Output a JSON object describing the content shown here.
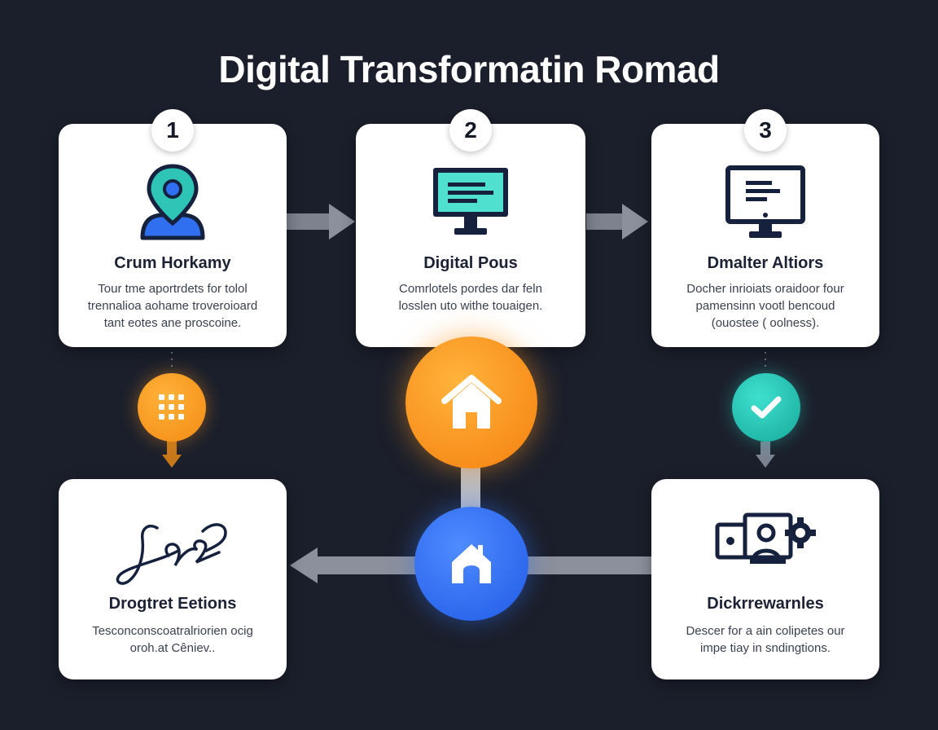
{
  "title": "Digital Transformatin Romad",
  "colors": {
    "background": "#1b1f2b",
    "card": "#ffffff",
    "teal": "#2ec4b6",
    "orange": "#f7931e",
    "blue": "#2f6ff0",
    "navy": "#16213e",
    "arrow": "#8b909c"
  },
  "steps": [
    {
      "number": "1",
      "icon": "location-pin-user-icon",
      "heading": "Crum Horkamy",
      "desc_lines": [
        "Tour tme aportrdets for tolol",
        "trennalioa aohame troveroioard",
        "tant eotes ane proscoine."
      ]
    },
    {
      "number": "2",
      "icon": "monitor-icon",
      "heading": "Digital Pous",
      "desc_lines": [
        "Comrlotels pordes dar feln",
        "losslen uto withe touaigen."
      ]
    },
    {
      "number": "3",
      "icon": "monitor-outline-icon",
      "heading": "Dmalter Altiors",
      "desc_lines": [
        "Docher inrioiats oraidoor four",
        "pamensinn vootl bencoud",
        "(ouostee ( oolness)."
      ]
    },
    {
      "icon": "signature-icon",
      "heading": "Drogtret Eetions",
      "desc_lines": [
        "Tesconconscoatralriorien ocig",
        "oroh.at Cêniev.."
      ]
    },
    {
      "icon": "media-gear-icon",
      "heading": "Dickrrewarnles",
      "desc_lines": [
        "Descer for a ain colipetes our",
        "impe tiay in sndingtions."
      ]
    }
  ],
  "nodes": [
    {
      "name": "keypad-node",
      "icon": "keypad-icon",
      "color": "#f7931e"
    },
    {
      "name": "home-node",
      "icon": "house-icon",
      "color": "#f7931e"
    },
    {
      "name": "hub-node",
      "icon": "home-arch-icon",
      "color": "#2f6ff0"
    },
    {
      "name": "check-node",
      "icon": "checkmark-icon",
      "color": "#2ec4b6"
    }
  ]
}
